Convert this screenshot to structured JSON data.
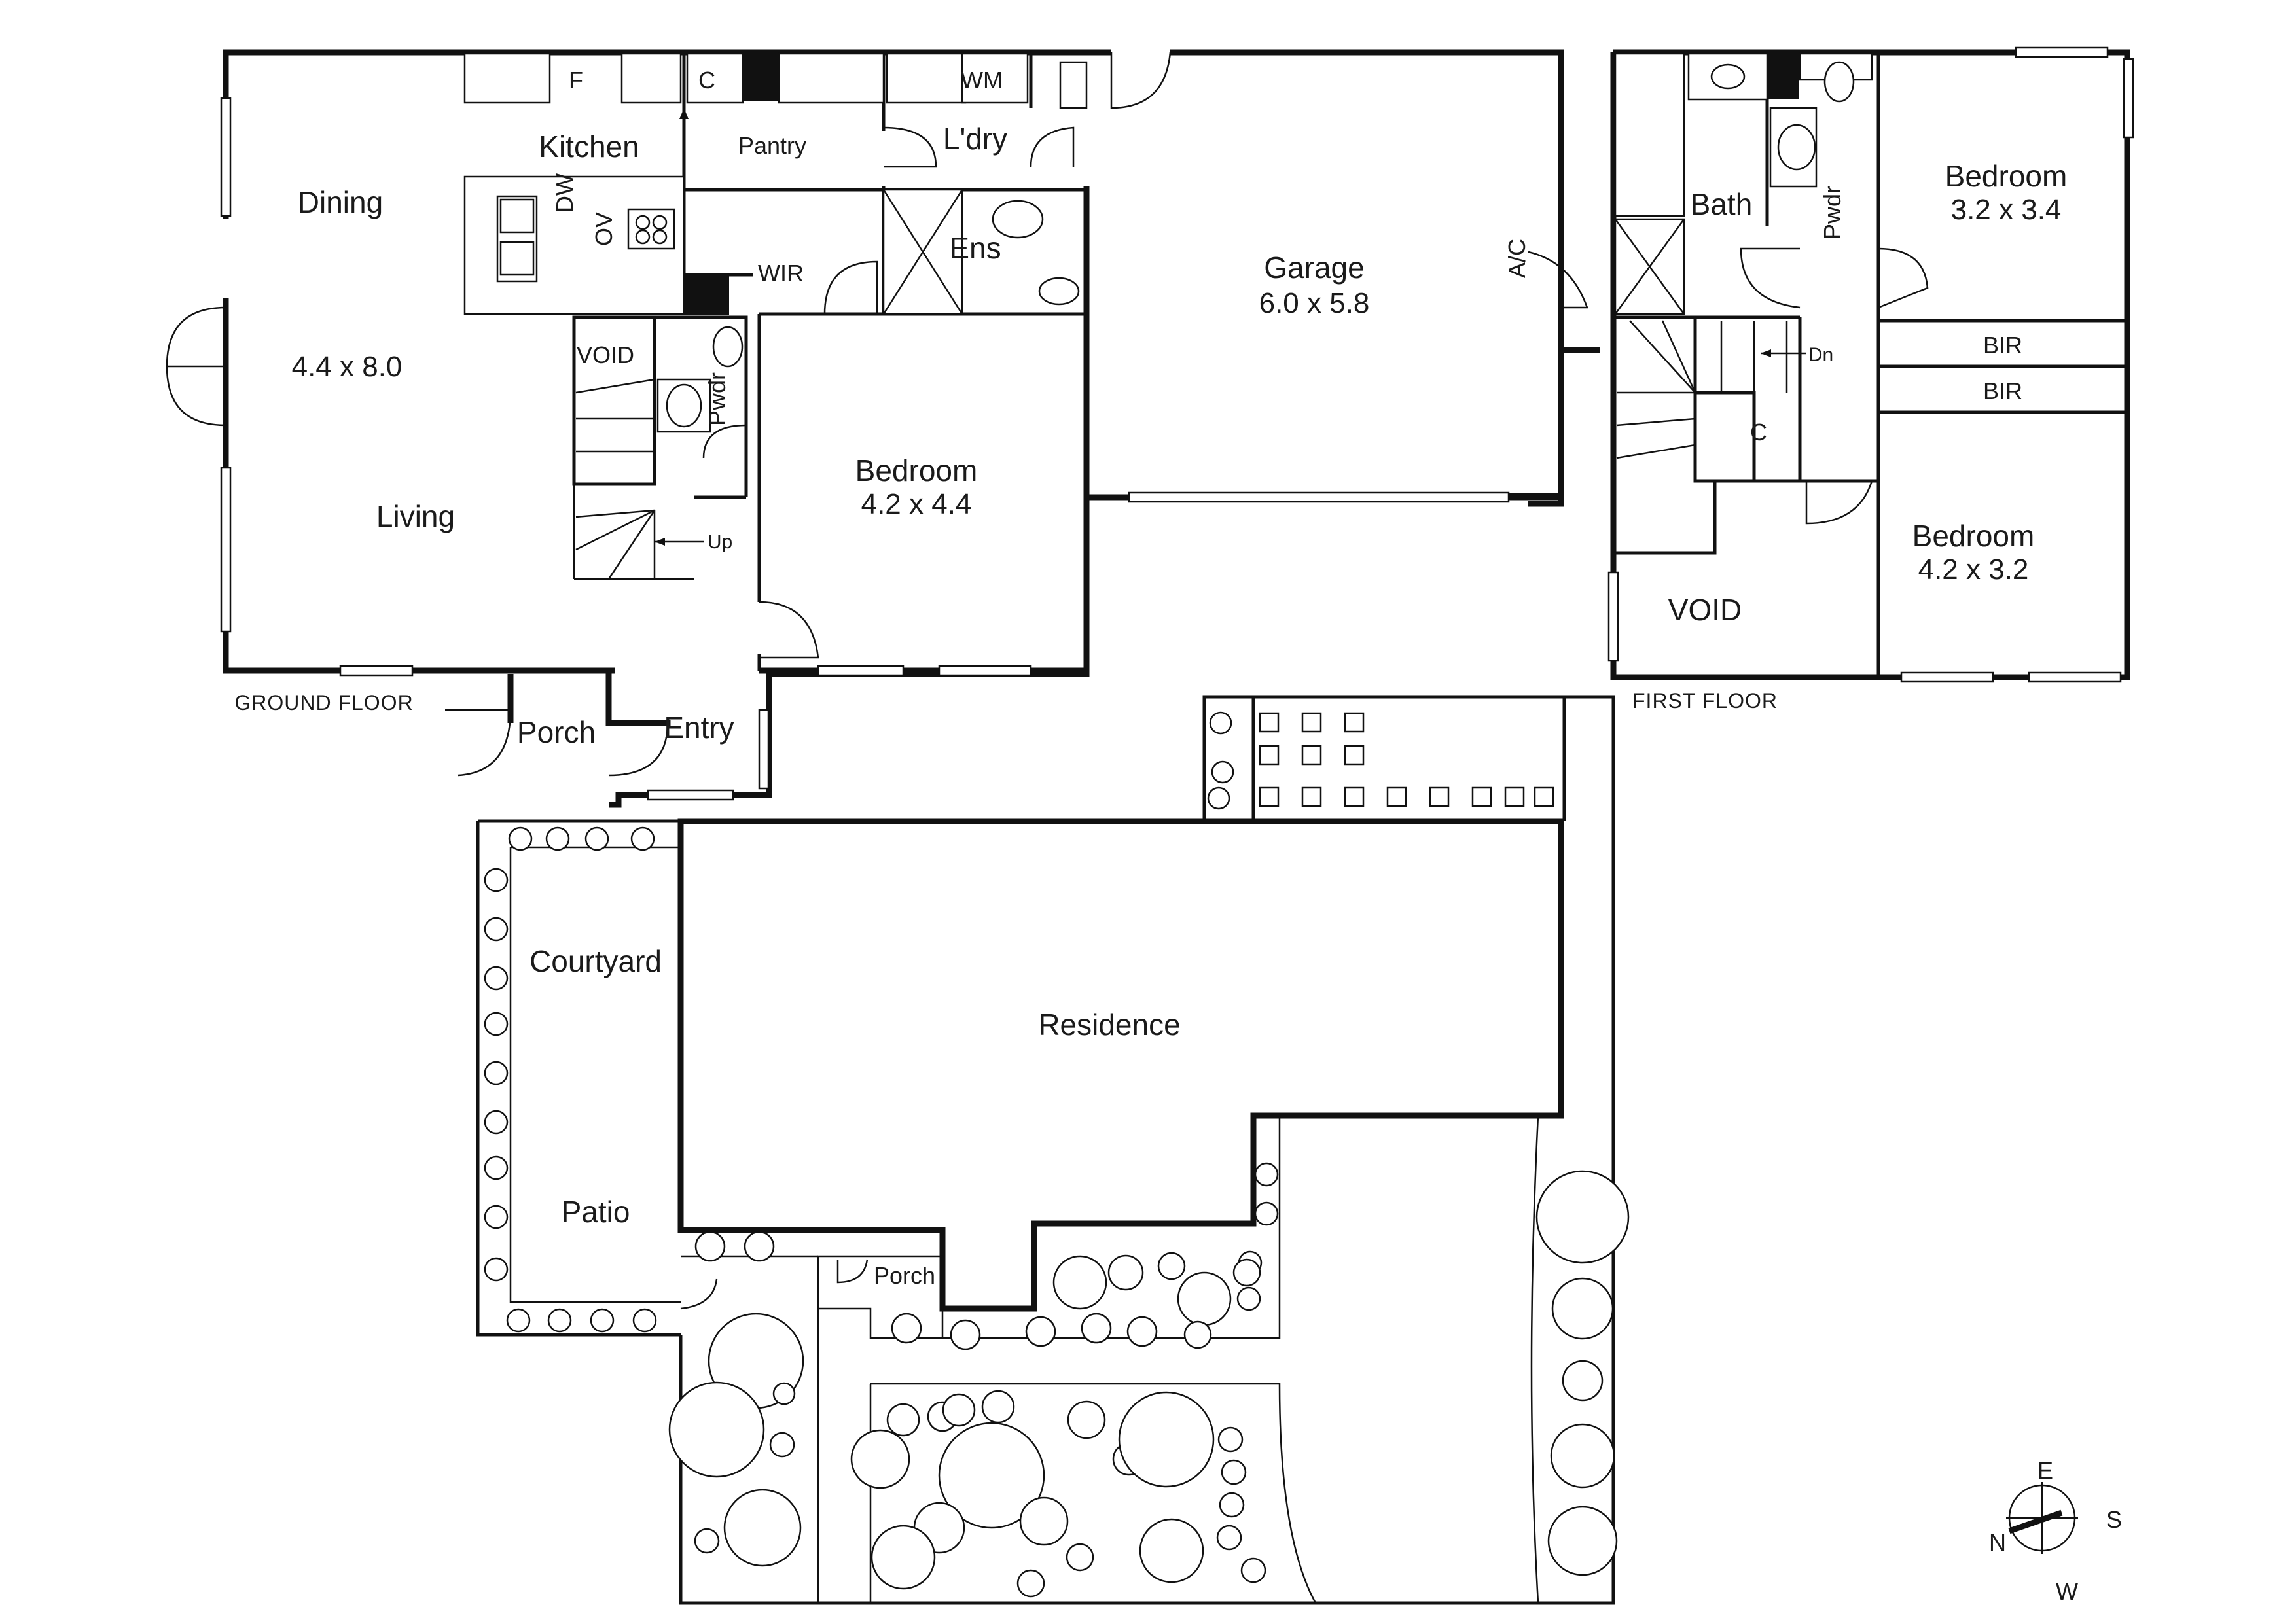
{
  "ground_floor": {
    "floor_label": "GROUND FLOOR",
    "rooms": {
      "dining": "Dining",
      "kitchen": "Kitchen",
      "living": "Living",
      "living_dims": "4.4 x 8.0",
      "pantry": "Pantry",
      "laundry": "L'dry",
      "ensuite": "Ens",
      "wir": "WIR",
      "garage": "Garage",
      "garage_dims": "6.0 x 5.8",
      "bedroom": "Bedroom",
      "bedroom_dims": "4.2 x 4.4",
      "void": "VOID",
      "powder": "Pwdr",
      "porch": "Porch",
      "entry": "Entry"
    },
    "fixtures": {
      "fridge": "F",
      "cupboard": "C",
      "washing_machine": "WM",
      "dishwasher": "DW",
      "oven": "OV",
      "air_con": "A/C",
      "stairs_up": "Up"
    }
  },
  "first_floor": {
    "floor_label": "FIRST FLOOR",
    "rooms": {
      "bath": "Bath",
      "powder": "Pwdr",
      "bedroom_1": "Bedroom",
      "bedroom_1_dims": "3.2 x 3.4",
      "bir_1": "BIR",
      "bir_2": "BIR",
      "bedroom_2": "Bedroom",
      "bedroom_2_dims": "4.2 x 3.2",
      "void": "VOID",
      "cupboard": "C"
    },
    "fixtures": {
      "stairs_down": "Dn"
    }
  },
  "site_plan": {
    "residence": "Residence",
    "courtyard": "Courtyard",
    "patio": "Patio",
    "porch": "Porch"
  },
  "compass": {
    "north": "N",
    "east": "E",
    "south": "S",
    "west": "W"
  }
}
